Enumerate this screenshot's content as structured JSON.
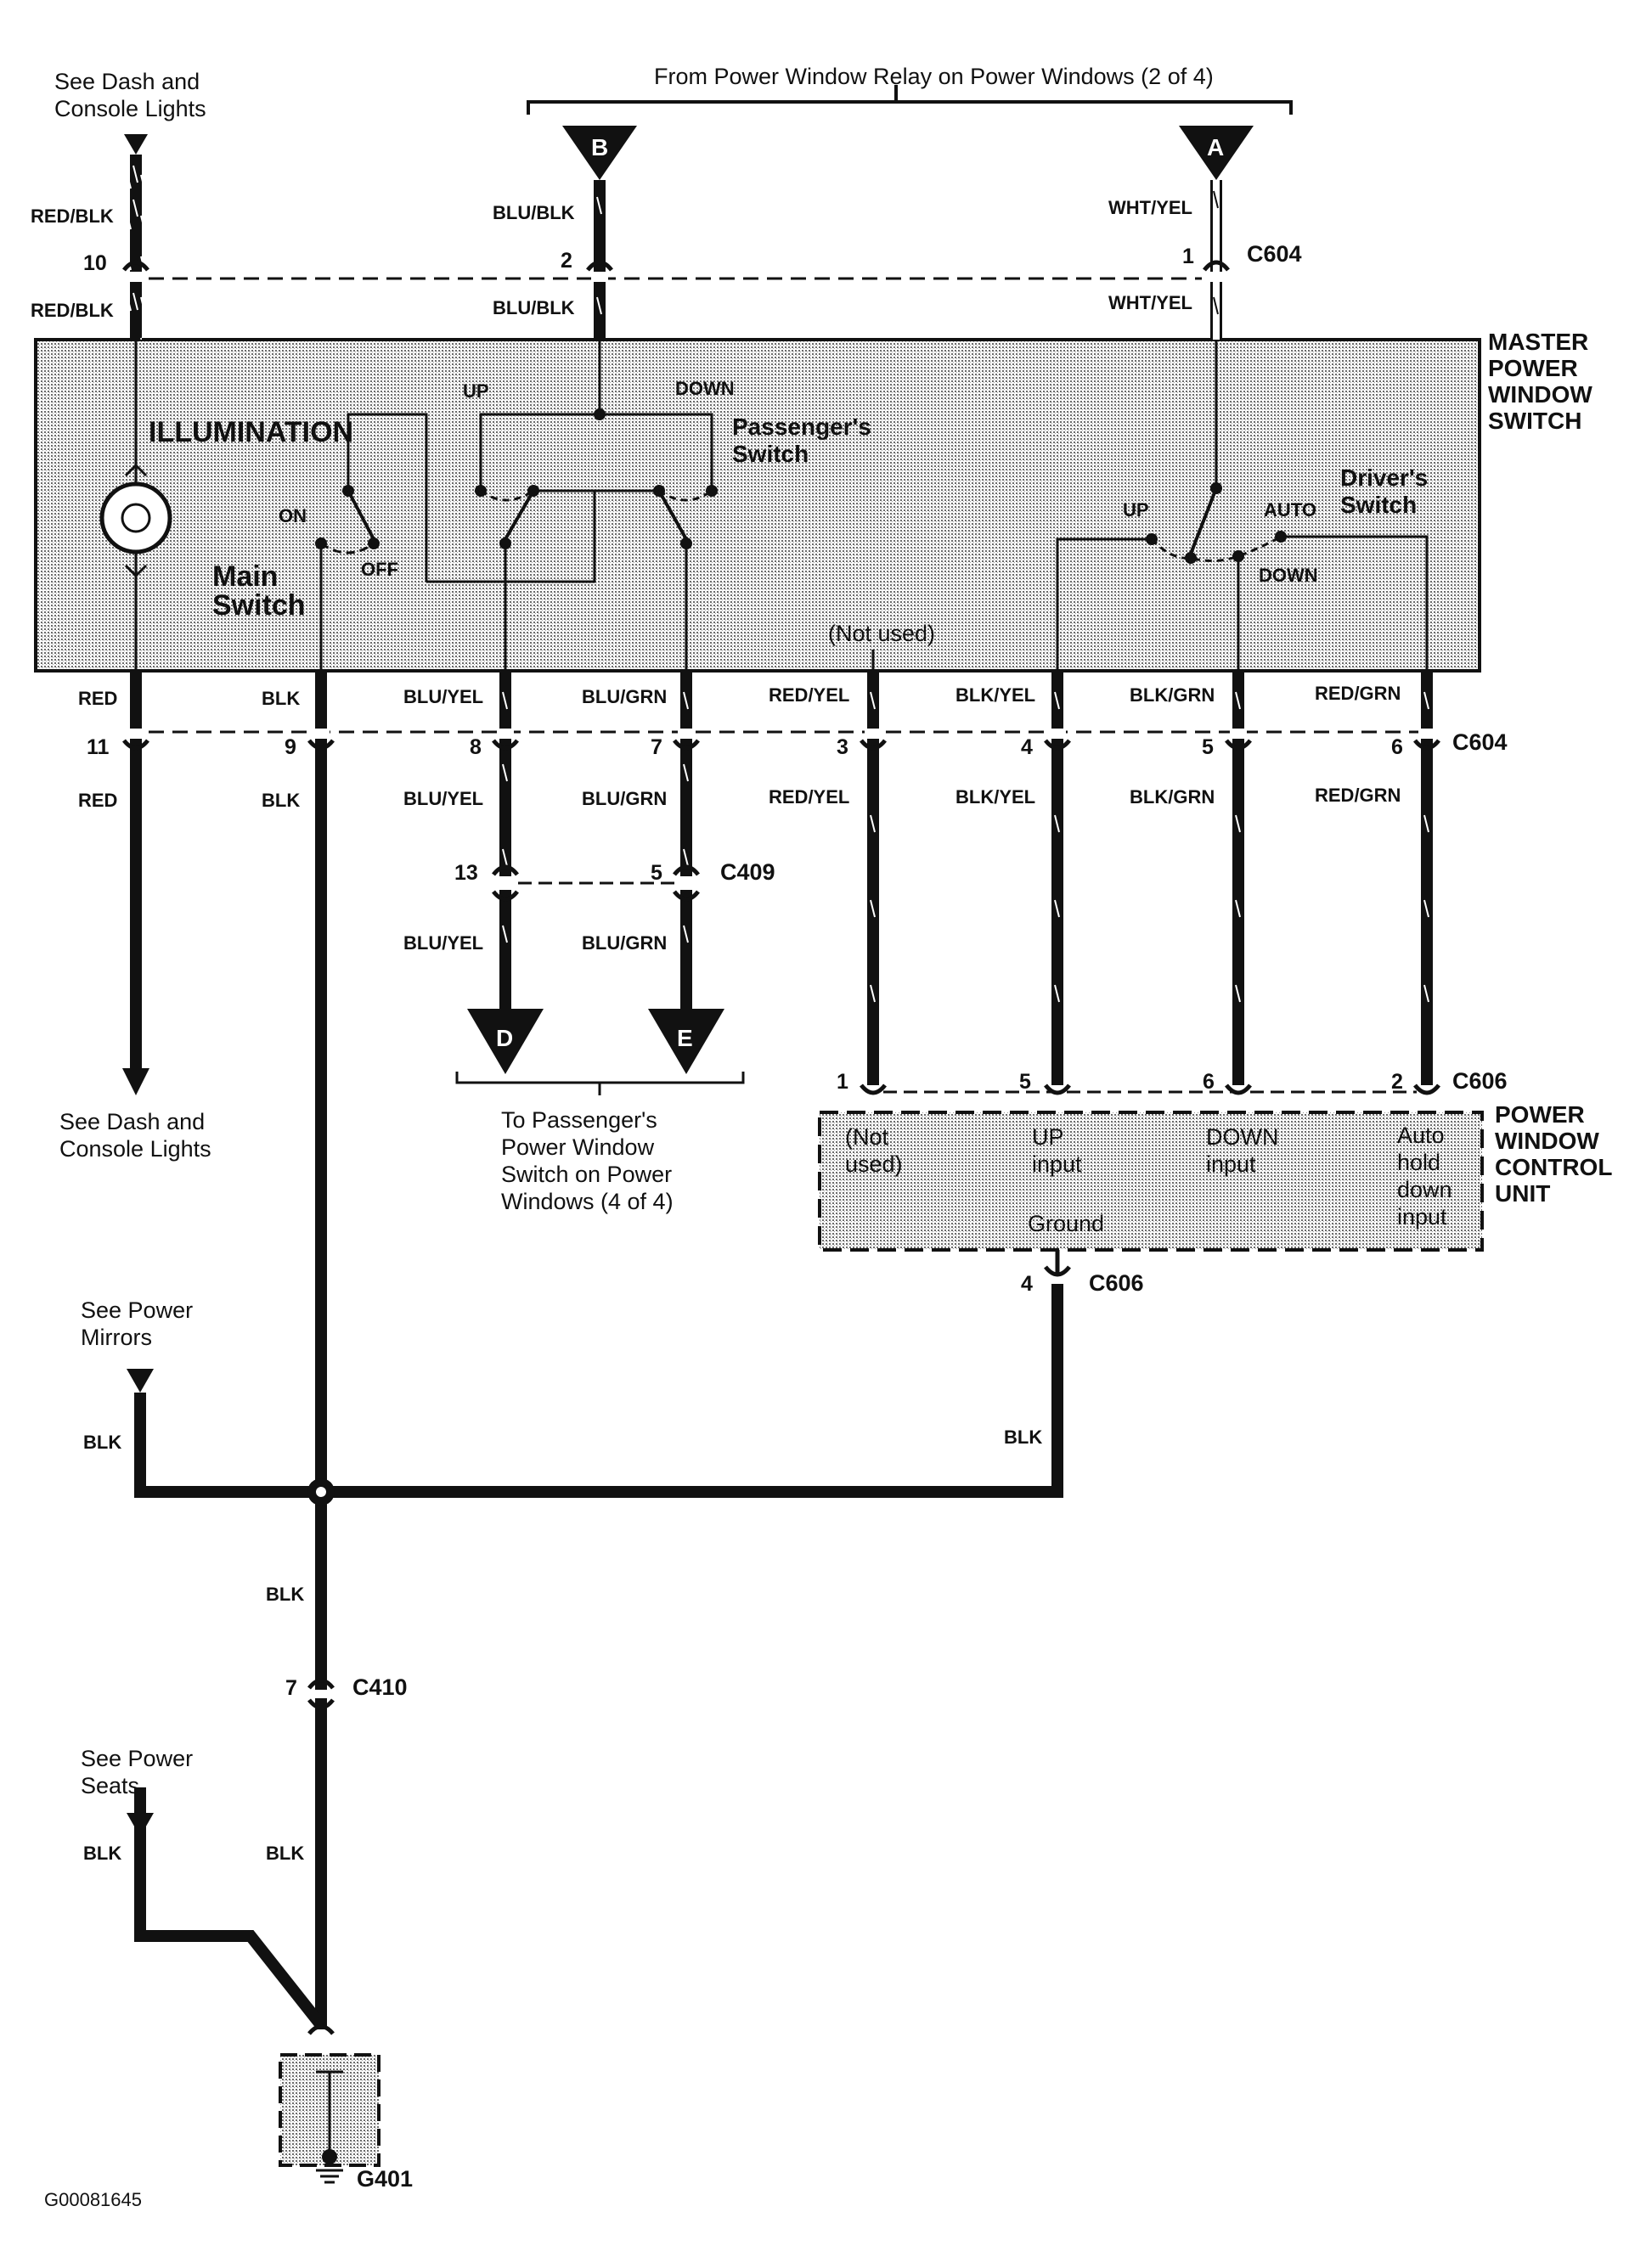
{
  "header": {
    "relay_label": "From Power Window Relay on Power Windows (2 of 4)"
  },
  "refs": {
    "dash_top": [
      "See Dash and",
      "Console Lights"
    ],
    "dash_bottom": [
      "See Dash and",
      "Console Lights"
    ],
    "mirrors": [
      "See Power",
      "Mirrors"
    ],
    "seats": [
      "See Power",
      "Seats"
    ],
    "passenger": [
      "To Passenger's",
      "Power Window",
      "Switch on Power",
      "Windows (4 of 4)"
    ]
  },
  "terminals": {
    "a": "A",
    "b": "B",
    "d": "D",
    "e": "E"
  },
  "master_switch": {
    "title": [
      "MASTER",
      "POWER",
      "WINDOW",
      "SWITCH"
    ],
    "illumination": "ILLUMINATION",
    "on": "ON",
    "off": "OFF",
    "main_switch": [
      "Main",
      "Switch"
    ],
    "passenger_switch": [
      "Passenger's",
      "Switch"
    ],
    "up": "UP",
    "down": "DOWN",
    "driver_switch": [
      "Driver's",
      "Switch"
    ],
    "drv_up": "UP",
    "drv_auto": "AUTO",
    "drv_down": "DOWN",
    "not_used": "(Not used)"
  },
  "control_unit": {
    "title": [
      "POWER",
      "WINDOW",
      "CONTROL",
      "UNIT"
    ],
    "not_used": [
      "(Not",
      "used)"
    ],
    "up_input": [
      "UP",
      "input"
    ],
    "down_input": [
      "DOWN",
      "input"
    ],
    "auto": [
      "Auto",
      "hold",
      "down",
      "input"
    ],
    "ground": "Ground"
  },
  "wires": {
    "w1_top": "RED/BLK",
    "w1_bot": "RED/BLK",
    "w2_top": "BLU/BLK",
    "w2_bot": "BLU/BLK",
    "w3_top": "WHT/YEL",
    "w3_bot": "WHT/YEL",
    "red_a": "RED",
    "red_b": "RED",
    "blk_a": "BLK",
    "blk_b": "BLK",
    "bluyel_a": "BLU/YEL",
    "bluyel_b": "BLU/YEL",
    "bluyel_c": "BLU/YEL",
    "blugrn_a": "BLU/GRN",
    "blugrn_b": "BLU/GRN",
    "blugrn_c": "BLU/GRN",
    "redyel_a": "RED/YEL",
    "redyel_b": "RED/YEL",
    "blkyel_a": "BLK/YEL",
    "blkyel_b": "BLK/YEL",
    "blkgrn_a": "BLK/GRN",
    "blkgrn_b": "BLK/GRN",
    "redgrn_a": "RED/GRN",
    "redgrn_b": "RED/GRN",
    "blk_cu": "BLK",
    "blk_mirrors": "BLK",
    "blk_main": "BLK",
    "blk_seats": "BLK",
    "blk_ground": "BLK"
  },
  "connectors": {
    "c604_top": "C604",
    "c604_bot": "C604",
    "c409": "C409",
    "c606_top": "C606",
    "c606_bot": "C606",
    "c410": "C410",
    "g401": "G401"
  },
  "pins": {
    "p10": "10",
    "p2": "2",
    "p1": "1",
    "p11": "11",
    "p9": "9",
    "p8": "8",
    "p7": "7",
    "p3": "3",
    "p4": "4",
    "p5": "5",
    "p6": "6",
    "p13": "13",
    "p5b": "5",
    "cu1": "1",
    "cu5": "5",
    "cu6": "6",
    "cu2": "2",
    "cu4": "4",
    "c410_7": "7"
  },
  "figure_id": "G00081645"
}
